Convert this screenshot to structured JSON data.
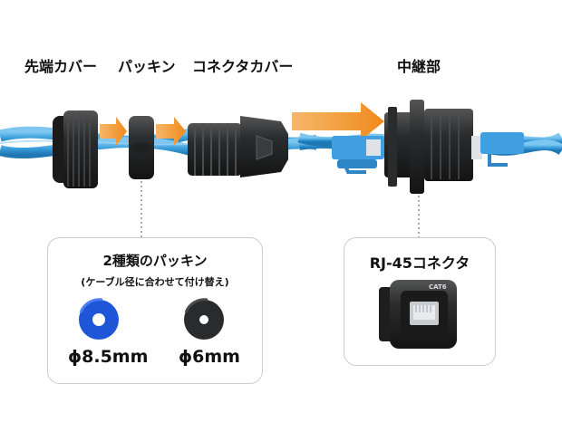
{
  "labels": {
    "end_cover": "先端カバー",
    "packing": "パッキン",
    "connector_cover": "コネクタカバー",
    "relay": "中継部"
  },
  "packing_box": {
    "title": "2種類のパッキン",
    "subtitle": "(ケーブル径に合わせて付け替え)",
    "blue_size": "ϕ8.5mm",
    "black_size": "ϕ6mm"
  },
  "connector_box": {
    "title": "RJ-45コネクタ",
    "marking": "CAT6"
  },
  "colors": {
    "cable": "#3a9fdc",
    "arrow": "#f08a1c",
    "blue_packing": "#1f56d8",
    "part_black": "#2a2b2d",
    "box_border": "#c9ccd1"
  }
}
